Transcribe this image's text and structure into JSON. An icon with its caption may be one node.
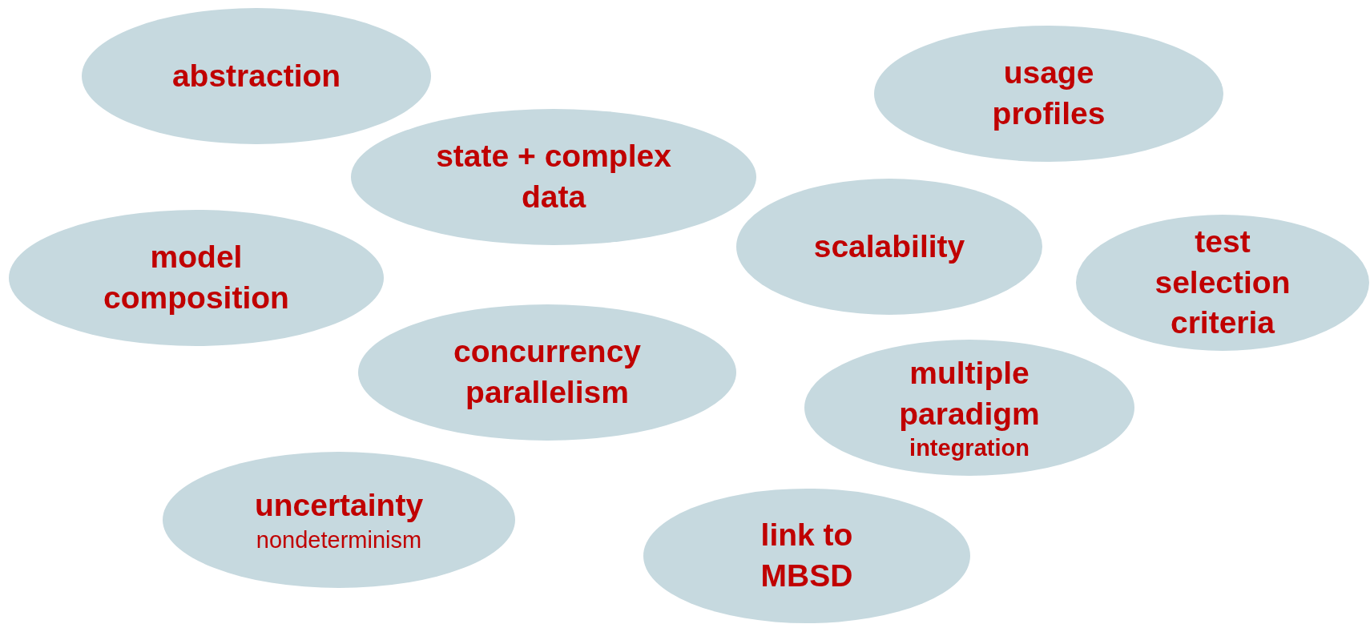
{
  "diagram": {
    "nodes": [
      {
        "text": [
          "abstraction"
        ]
      },
      {
        "text": [
          "usage profiles"
        ]
      },
      {
        "text": [
          "state + complex data"
        ]
      },
      {
        "text": [
          "scalability"
        ]
      },
      {
        "text": [
          "model composition"
        ]
      },
      {
        "text": [
          "test selection criteria"
        ]
      },
      {
        "text": [
          "concurrency parallelism"
        ]
      },
      {
        "text": [
          "multiple paradigm",
          "integration"
        ]
      },
      {
        "text": [
          "uncertainty",
          "nondeterminism"
        ]
      },
      {
        "text": [
          "link to MBSD"
        ]
      }
    ]
  }
}
